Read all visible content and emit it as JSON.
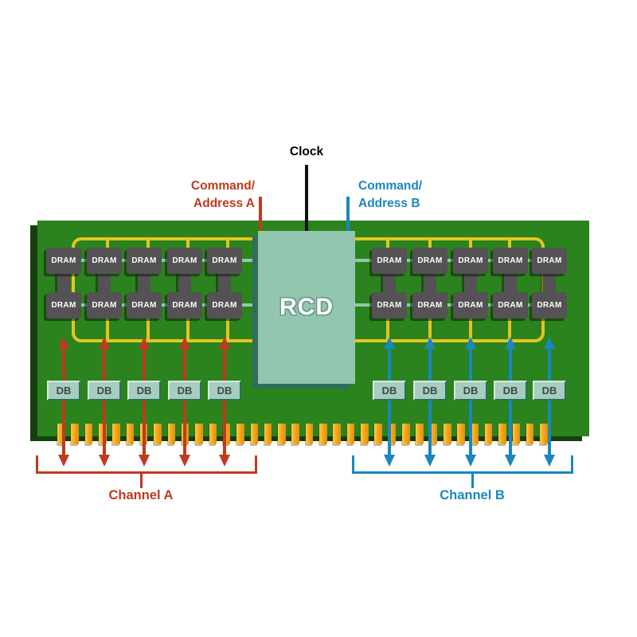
{
  "diagram": {
    "type": "ddr5-dimm-architecture"
  },
  "components": {
    "rcd": "RCD",
    "dram": "DRAM",
    "db": "DB"
  },
  "annotations": {
    "clock": "Clock",
    "command_address_a": [
      "Command/",
      "Address A"
    ],
    "command_address_b": [
      "Command/",
      "Address B"
    ]
  },
  "channels": {
    "a": {
      "name": "Channel A",
      "color": "#bf3a1e",
      "dram_count": 10,
      "db_count": 5
    },
    "b": {
      "name": "Channel B",
      "color": "#1b86c0",
      "dram_count": 10,
      "db_count": 5
    }
  },
  "colors": {
    "green": "#2a831c",
    "green-dark": "#153f0e",
    "yellow": "#e5c41f",
    "teal": "#93c6af",
    "teal-light": "#a6cdbf",
    "teal-dark": "#2d6e5e",
    "teal-text": "#3c4b45",
    "chip": "#545254",
    "red": "#bf3a1e",
    "blue": "#1b86c0",
    "gold": "#f4a81e",
    "black": "#111111"
  }
}
